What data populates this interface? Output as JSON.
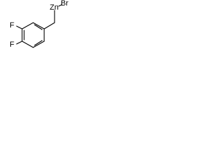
{
  "molecule": {
    "atoms": {
      "zinc": "Zn",
      "bromine": "Br",
      "fluorine_3": "F",
      "fluorine_4": "F"
    }
  }
}
